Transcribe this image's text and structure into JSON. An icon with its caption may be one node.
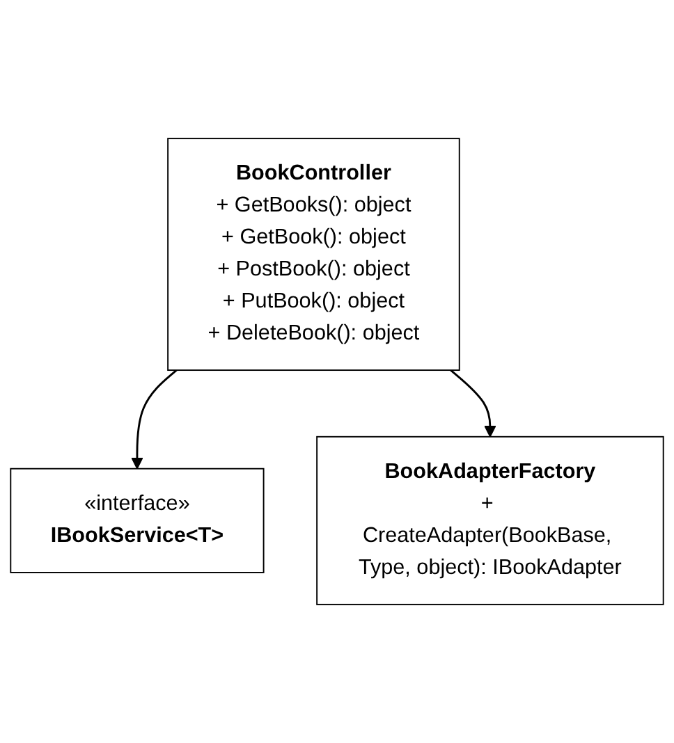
{
  "diagram": {
    "nodes": [
      {
        "text": [
          "«interface»",
          "IBookService<T>"
        ]
      },
      {
        "text": [
          "BookController",
          "+ GetBooks(): object",
          "+ GetBook(): object",
          "+ PostBook(): object",
          "+ PutBook(): object",
          "+ DeleteBook(): object"
        ]
      },
      {
        "text": [
          "BookAdapterFactory",
          "+ CreateAdapter(BookBase, Type, object): IBookAdapter"
        ]
      }
    ],
    "edges": [
      {
        "from": 1,
        "to": 0,
        "arrow": "to"
      },
      {
        "from": 1,
        "to": 2,
        "arrow": "to"
      }
    ]
  }
}
